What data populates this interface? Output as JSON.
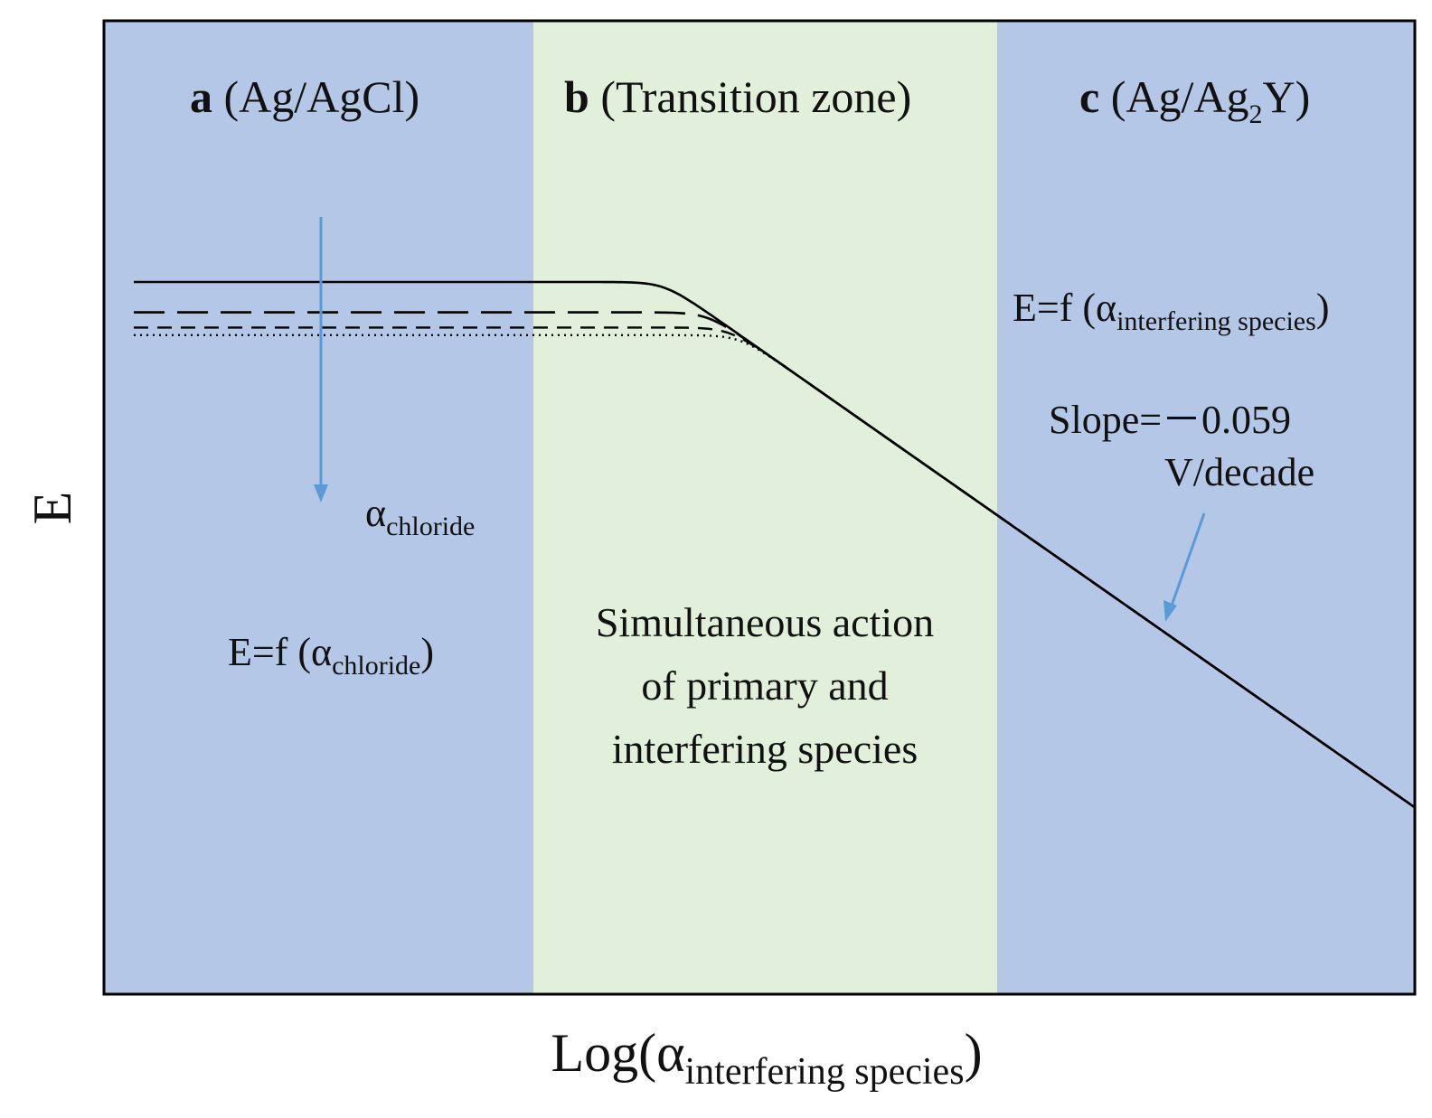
{
  "colors": {
    "zone_a": "#b4c7e7",
    "zone_b": "#e2efda",
    "zone_c": "#b4c7e7",
    "arrow": "#5b9bd5",
    "curve": "#000000",
    "frame": "#000000"
  },
  "zones": [
    {
      "letter": "a",
      "pre": "(Ag/AgCl)",
      "sub": "",
      "post": ""
    },
    {
      "letter": "b",
      "pre": "(Transition zone)",
      "sub": "",
      "post": ""
    },
    {
      "letter": "c",
      "pre": "(Ag/Ag",
      "sub": "2",
      "post": "Y)"
    }
  ],
  "axes": {
    "y_label": "E",
    "x_label_main": "Log(α",
    "x_label_sub": "interfering species",
    "x_label_close": ")"
  },
  "annotations": {
    "alpha_chloride": {
      "main": "α",
      "sub": "chloride"
    },
    "eq_chloride": {
      "pre": "E=f (α",
      "sub": "chloride",
      "post": ")"
    },
    "eq_interfering": {
      "pre": "E=f (α",
      "sub": "interfering species",
      "post": ")"
    },
    "slope_line1": "Slope=－0.059",
    "slope_line2": "V/decade",
    "transition_lines": [
      "Simultaneous action",
      "of primary and",
      "interfering species"
    ]
  },
  "curves": [
    {
      "style": "solid",
      "relative_plateau": 1.0
    },
    {
      "style": "long-dash",
      "relative_plateau": 0.76
    },
    {
      "style": "short-dash",
      "relative_plateau": 0.64
    },
    {
      "style": "dotted",
      "relative_plateau": 0.58
    }
  ]
}
